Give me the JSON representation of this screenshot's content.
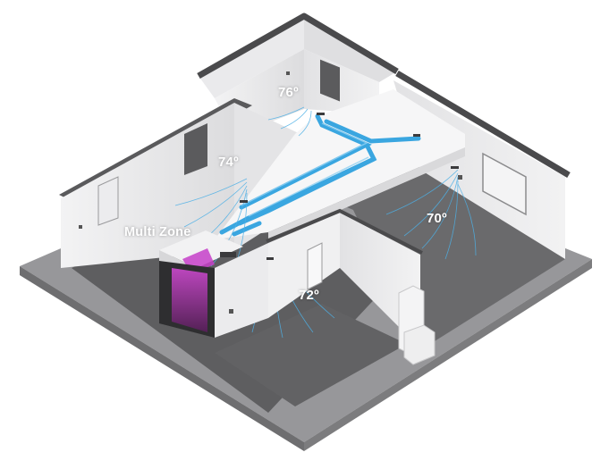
{
  "labels": {
    "zone_master_bedroom": "76º",
    "zone_left_room": "74º",
    "zone_living": "70º",
    "zone_center_room": "72º",
    "system_name": "Multi Zone"
  },
  "colors": {
    "floor_base": "#8e8e90",
    "room_floor": "#6f6f71",
    "wall_light": "#eeeeef",
    "wall_shade": "#d6d6d8",
    "wall_top": "#4a4a4c",
    "duct": "#3aa6e0",
    "airflow": "#4db0e6",
    "heat_coil": "#c640c8",
    "ceiling": "#f6f6f7"
  },
  "icons": {
    "air_handler": "air-handler-icon",
    "outdoor_unit": "outdoor-unit-icon",
    "vent": "vent-icon"
  }
}
